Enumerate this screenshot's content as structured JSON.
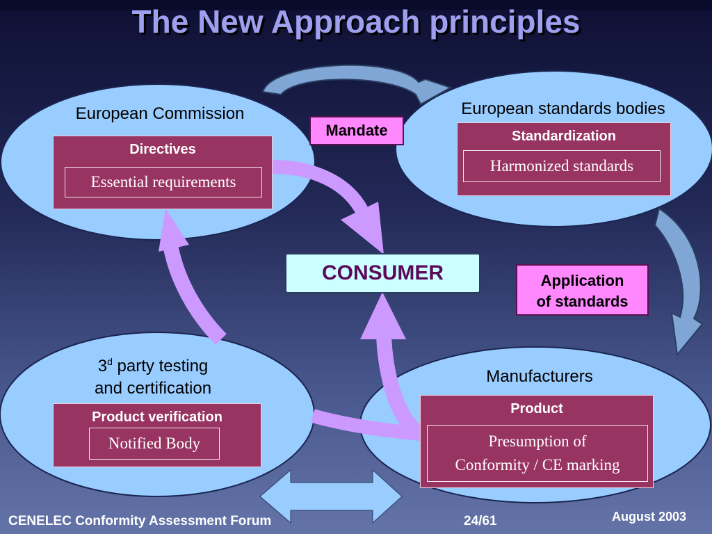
{
  "title": "The New Approach principles",
  "nodes": {
    "commission": {
      "label": "European Commission",
      "box_title": "Directives",
      "inner": "Essential requirements"
    },
    "standards": {
      "label": "European standards bodies",
      "box_title": "Standardization",
      "inner": "Harmonized standards"
    },
    "testing": {
      "label_base": "3",
      "label_sup": "d",
      "label_rest": " party testing",
      "label_line2": "and certification",
      "box_title": "Product verification",
      "inner": "Notified Body"
    },
    "manufacturers": {
      "label": "Manufacturers",
      "box_title": "Product",
      "inner_line1": "Presumption of",
      "inner_line2": "Conformity / CE marking"
    }
  },
  "center": "CONSUMER",
  "labels": {
    "mandate": "Mandate",
    "application_line1": "Application",
    "application_line2": "of standards"
  },
  "colors": {
    "oval_fill": "#99ccff",
    "box_fill": "#983461",
    "label_fill": "#ff88ff",
    "consumer_fill": "#ccffff",
    "arrow_violet": "#cc99ff",
    "arrow_blue": "#7fa6d4"
  },
  "footer": {
    "left": "CENELEC Conformity Assessment Forum",
    "page": "24/61",
    "date": "August 2003"
  }
}
